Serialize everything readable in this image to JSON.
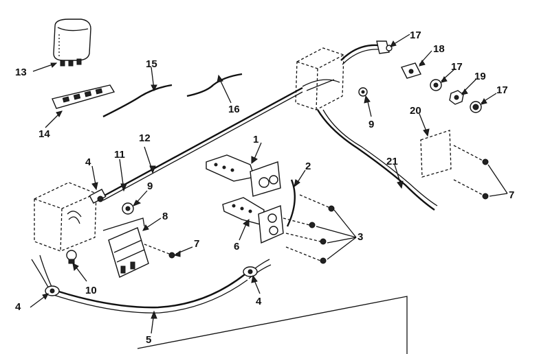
{
  "diagram": {
    "labels": {
      "l1": "1",
      "l2": "2",
      "l3": "3",
      "l4a": "4",
      "l4b": "4",
      "l4c": "4",
      "l5": "5",
      "l6": "6",
      "l7a": "7",
      "l7b": "7",
      "l8": "8",
      "l9a": "9",
      "l9b": "9",
      "l10": "10",
      "l11": "11",
      "l12": "12",
      "l13": "13",
      "l14": "14",
      "l15": "15",
      "l16": "16",
      "l17a": "17",
      "l17b": "17",
      "l17c": "17",
      "l18": "18",
      "l19": "19",
      "l20": "20",
      "l21": "21"
    }
  }
}
